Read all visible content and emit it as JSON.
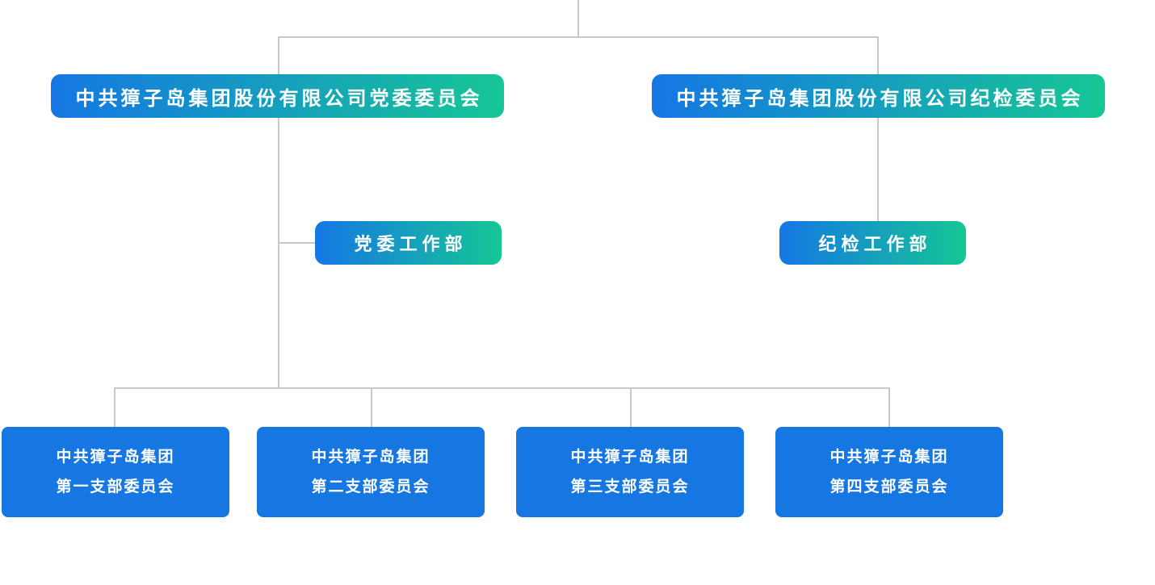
{
  "org_chart": {
    "top_level": {
      "party_committee": "中共獐子岛集团股份有限公司党委委员会",
      "discipline_committee": "中共獐子岛集团股份有限公司纪检委员会"
    },
    "departments": {
      "party_work": "党委工作部",
      "discipline_work": "纪检工作部"
    },
    "branches": [
      {
        "line1": "中共獐子岛集团",
        "line2": "第一支部委员会"
      },
      {
        "line1": "中共獐子岛集团",
        "line2": "第二支部委员会"
      },
      {
        "line1": "中共獐子岛集团",
        "line2": "第三支部委员会"
      },
      {
        "line1": "中共獐子岛集团",
        "line2": "第四支部委员会"
      }
    ],
    "colors": {
      "node_gradient_start": "#1577e4",
      "node_gradient_end": "#16c695",
      "branch_blue": "#1677e2",
      "connector_gray": "#c9c9c9",
      "node_text": "#ffffff"
    }
  }
}
